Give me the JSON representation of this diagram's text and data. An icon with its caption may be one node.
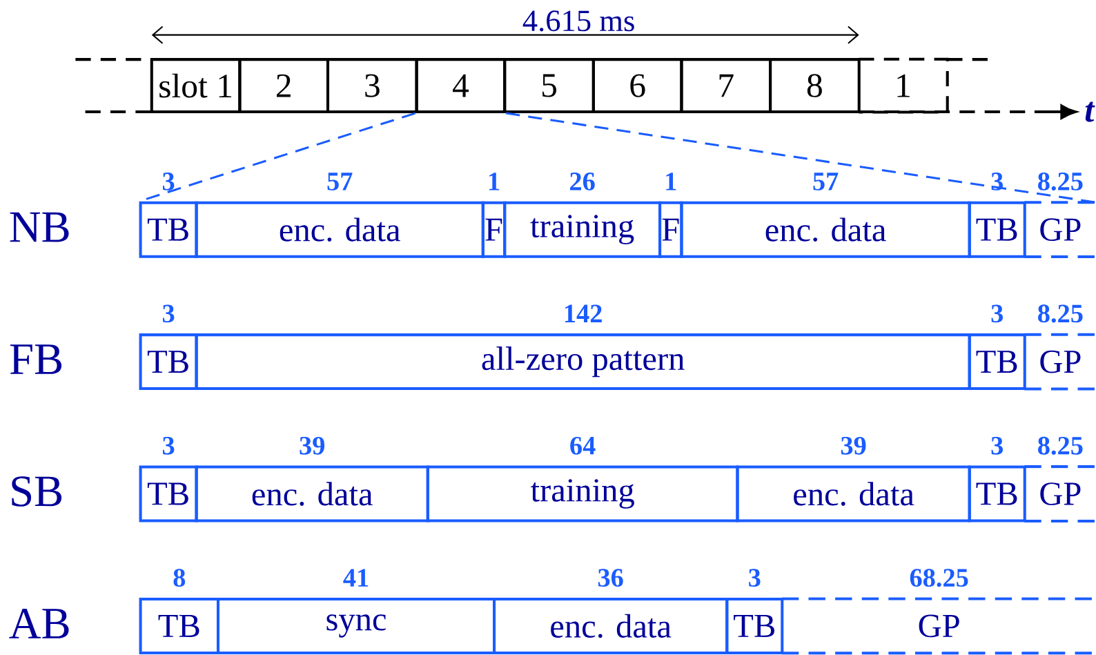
{
  "diagram": {
    "nodes": [
      {
        "text": [
          "slot 1"
        ]
      },
      {
        "text": [
          "2"
        ]
      },
      {
        "text": [
          "3"
        ]
      },
      {
        "text": [
          "4"
        ]
      },
      {
        "text": [
          "5"
        ]
      },
      {
        "text": [
          "6"
        ]
      },
      {
        "text": [
          "7"
        ]
      },
      {
        "text": [
          "8"
        ]
      },
      {
        "text": [
          "1"
        ]
      },
      {
        "text": [
          "TB"
        ],
        "beside": [
          "3"
        ]
      },
      {
        "text": [
          "enc. data"
        ],
        "beside": [
          "57"
        ]
      },
      {
        "text": [
          "F"
        ],
        "beside": [
          "1"
        ]
      },
      {
        "text": [
          "training"
        ],
        "beside": [
          "26"
        ]
      },
      {
        "text": [
          "F"
        ],
        "beside": [
          "1"
        ]
      },
      {
        "text": [
          "enc. data"
        ],
        "beside": [
          "57"
        ]
      },
      {
        "text": [
          "TB"
        ],
        "beside": [
          "3"
        ]
      },
      {
        "text": [
          "GP"
        ],
        "beside": [
          "8.25"
        ]
      },
      {
        "text": [
          "TB"
        ],
        "beside": [
          "3"
        ]
      },
      {
        "text": [
          "all-zero pattern"
        ],
        "beside": [
          "142"
        ]
      },
      {
        "text": [
          "TB"
        ],
        "beside": [
          "3"
        ]
      },
      {
        "text": [
          "GP"
        ],
        "beside": [
          "8.25"
        ]
      },
      {
        "text": [
          "TB"
        ],
        "beside": [
          "3"
        ]
      },
      {
        "text": [
          "enc. data"
        ],
        "beside": [
          "39"
        ]
      },
      {
        "text": [
          "training"
        ],
        "beside": [
          "64"
        ]
      },
      {
        "text": [
          "enc. data"
        ],
        "beside": [
          "39"
        ]
      },
      {
        "text": [
          "TB"
        ],
        "beside": [
          "3"
        ]
      },
      {
        "text": [
          "GP"
        ],
        "beside": [
          "8.25"
        ]
      },
      {
        "text": [
          "TB"
        ],
        "beside": [
          "8"
        ]
      },
      {
        "text": [
          "sync"
        ],
        "beside": [
          "41"
        ]
      },
      {
        "text": [
          "enc. data"
        ],
        "beside": [
          "36"
        ]
      },
      {
        "text": [
          "TB"
        ],
        "beside": [
          "3"
        ]
      },
      {
        "text": [
          "GP"
        ],
        "beside": [
          "68.25"
        ]
      }
    ],
    "edges": [
      {
        "from": 3,
        "to": 9,
        "arrow": "none",
        "style": "dashed"
      },
      {
        "from": 3,
        "to": 16,
        "arrow": "none",
        "style": "dashed"
      }
    ],
    "labels": [
      "4.615 ms",
      "t",
      "NB",
      "FB",
      "SB",
      "AB"
    ]
  }
}
